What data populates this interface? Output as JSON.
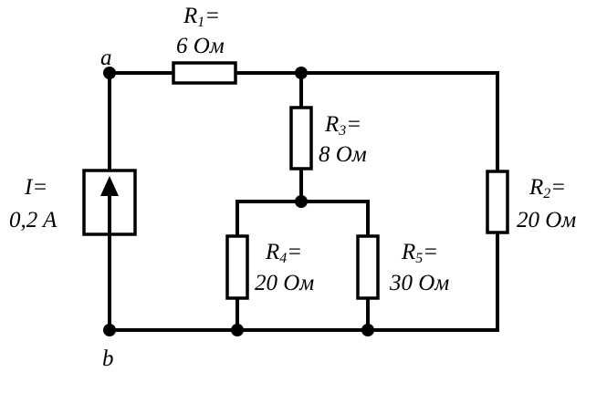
{
  "nodes": {
    "a": "a",
    "b": "b"
  },
  "source": {
    "name": "I",
    "value": "0,2 A"
  },
  "resistors": {
    "r1": {
      "sym": "R",
      "idx": "1",
      "value": "6 Ом"
    },
    "r2": {
      "sym": "R",
      "idx": "2",
      "value": "20 Ом"
    },
    "r3": {
      "sym": "R",
      "idx": "3",
      "value": "8 Ом"
    },
    "r4": {
      "sym": "R",
      "idx": "4",
      "value": "20 Ом"
    },
    "r5": {
      "sym": "R",
      "idx": "5",
      "value": "30 Ом"
    }
  },
  "eq": "="
}
